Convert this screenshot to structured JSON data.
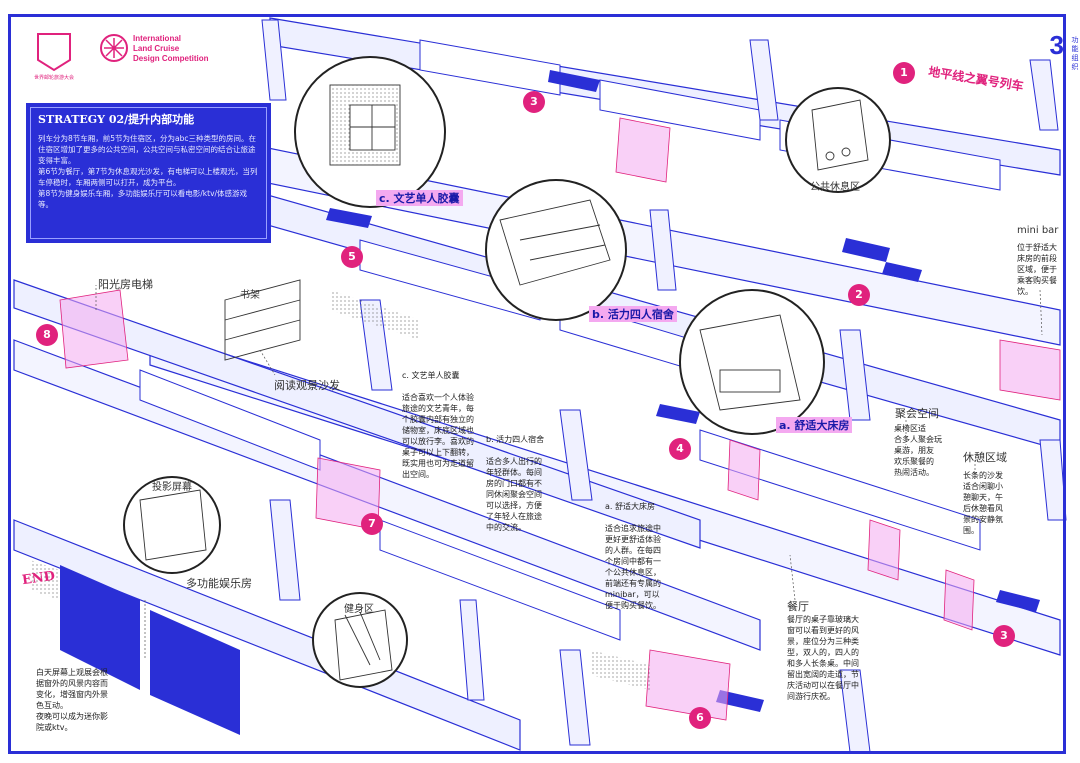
{
  "header": {
    "logo_small": "世界邮轮旅游大会",
    "competition": "International\nLand Cruise\nDesign Competition",
    "page_number": "3",
    "page_subtitle": "功能\n组织"
  },
  "strategy": {
    "title": "STRATEGY 02/提升内部功能",
    "body": "列车分为8节车厢，前5节为住宿区，分为abc三种类型的房间。在住宿区增加了更多的公共空间，公共空间与私密空间的结合让旅途变得丰富。\n第6节为餐厅，第7节为休息观光沙发，有电梯可以上楼观光，当列车停稳时，车厢两侧可以打开，成为平台。\n第8节为健身娱乐车厢，多功能娱乐厅可以看电影/ktv/体感游戏等。"
  },
  "colors": {
    "primary": "#2a2fd6",
    "accent": "#e0227d",
    "highlight": "#f4a9f0"
  },
  "car_numbers": [
    "1",
    "2",
    "3",
    "3",
    "4",
    "5",
    "6",
    "7",
    "8"
  ],
  "train_title": "地平线之翼号列车",
  "end_label": "END",
  "labels": {
    "public_lounge": "公共休息区",
    "mini_bar": "mini bar",
    "sun_elevator": "阳光房电梯",
    "bookshelf": "书架",
    "reading_sofa": "阅读观景沙发",
    "projection": "投影屏幕",
    "multi_hall": "多功能娱乐房",
    "gym": "健身区",
    "gathering": "聚会空间",
    "rest_area": "休憩区域",
    "dining": "餐厅"
  },
  "tags": {
    "c_pod": "c. 文艺单人胶囊",
    "b_room": "b. 活力四人宿舍",
    "a_room": "a. 舒适大床房"
  },
  "descriptions": {
    "mini_bar": "位于舒适大\n床房的前段\n区域，便于\n乘客购买餐\n饮。",
    "c_pod": "c. 文艺单人胶囊\n\n适合喜欢一个人体验\n旅途的文艺青年，每\n个胶囊内部有独立的\n储物室，床底区域也\n可以放行李。喜欢的\n桌子可以上下翻转，\n既实用也可为走道留\n出空间。",
    "b_room": "b. 活力四人宿舍\n\n适合多人出行的\n年轻群体。每间\n房的门口都有不\n同休闲聚会空间\n可以选择，方便\n了年轻人在旅途\n中的交流。",
    "a_room": "a. 舒适大床房\n\n适合追求旅途中\n更好更舒适体验\n的人群。在每四\n个房间中都有一\n个公共休息区，\n前端还有专属的\nminibar，可以\n便于购买餐饮。",
    "gathering": "桌椅区适\n合多人聚会玩\n桌游，朋友\n欢乐聚餐的\n热闹活动。",
    "rest_area": "长条的沙发\n适合闲聊小\n憩聊天，午\n后休憩看风\n景的安静氛\n围。",
    "dining": "餐厅的桌子靠玻璃大\n窗可以看到更好的风\n景，座位分为三种类\n型，双人的，四人的\n和多人长条桌。中间\n留出宽阔的走道，节\n庆活动可以在餐厅中\n间游行庆祝。",
    "projection": "白天屏幕上观展会根\n据窗外的风景内容而\n变化，增强窗内外景\n色互动。\n夜晚可以成为迷你影\n院或ktv。"
  }
}
